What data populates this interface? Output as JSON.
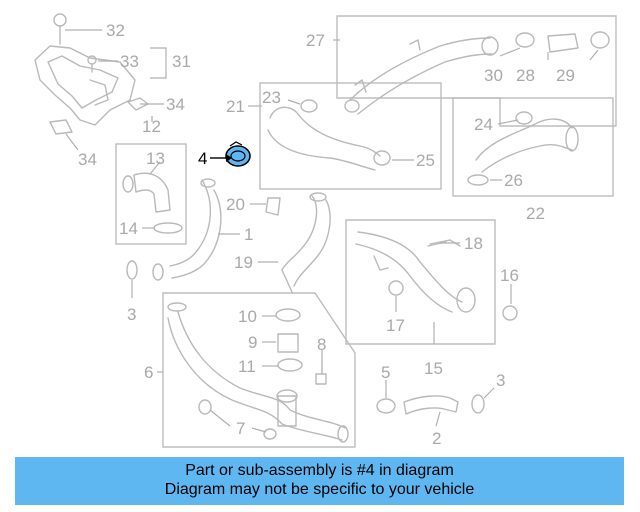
{
  "callouts": {
    "c32": "32",
    "c33": "33",
    "c31": "31",
    "c34a": "34",
    "c12": "12",
    "c34b": "34",
    "c27": "27",
    "c30": "30",
    "c28": "28",
    "c29": "29",
    "c21": "21",
    "c23": "23",
    "c25": "25",
    "c24": "24",
    "c26": "26",
    "c22": "22",
    "c4": "4",
    "c13": "13",
    "c14": "14",
    "c3a": "3",
    "c20": "20",
    "c1": "1",
    "c19": "19",
    "c18": "18",
    "c16": "16",
    "c17": "17",
    "c15": "15",
    "c10": "10",
    "c9": "9",
    "c11": "11",
    "c8": "8",
    "c6": "6",
    "c7": "7",
    "c5": "5",
    "c3b": "3",
    "c2": "2"
  },
  "highlight_part": "4",
  "highlight_color": "#5fb7f2",
  "banner": {
    "line1": "Part or sub-assembly is #4 in diagram",
    "line2": "Diagram may not be specific to your vehicle",
    "color": "#5fb7f2"
  }
}
